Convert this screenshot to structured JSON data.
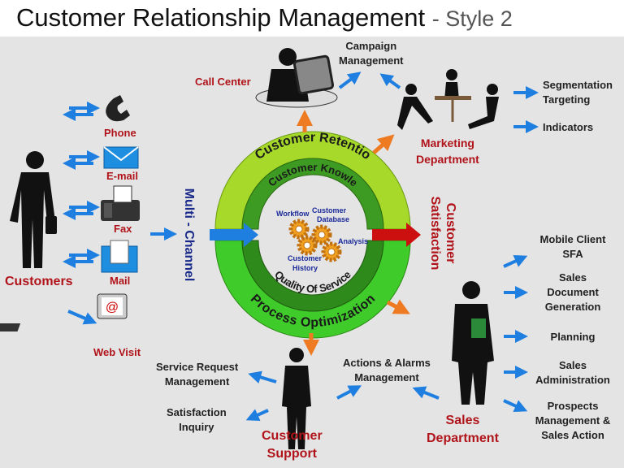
{
  "title": {
    "main": "Customer Relationship Management",
    "style": "- Style 2"
  },
  "nodes": {
    "call_center": "Call Center",
    "campaign": [
      "Campaign",
      "Management"
    ],
    "marketing": [
      "Marketing",
      "Department"
    ],
    "segmentation": [
      "Segmentation",
      "Targeting"
    ],
    "indicators": "Indicators",
    "customers": "Customers",
    "phone": "Phone",
    "email": "E-mail",
    "fax": "Fax",
    "mail": "Mail",
    "web_visit": "Web Visit",
    "multi_channel": "Multi - Channel",
    "customer_satisfaction": [
      "Customer",
      "Satisfaction"
    ],
    "sales_items": [
      [
        "Mobile Client",
        "SFA"
      ],
      [
        "Sales",
        "Document",
        "Generation"
      ],
      [
        "Planning"
      ],
      [
        "Sales",
        "Administration"
      ],
      [
        "Prospects",
        "Management &",
        "Sales Action"
      ]
    ],
    "sales_department": [
      "Sales",
      "Department"
    ],
    "customer_support": [
      "Customer",
      "Support"
    ],
    "service_request": [
      "Service Request",
      "Management"
    ],
    "satisfaction_inquiry": [
      "Satisfaction",
      "Inquiry"
    ],
    "actions_alarms": [
      "Actions & Alarms",
      "Management"
    ]
  },
  "ring": {
    "outer_top": "Customer Retentio",
    "inner_top": "Customer Knowle",
    "inner_bottom": "Quality Of Service",
    "outer_bottom": "Process Optimization",
    "center": {
      "workflow": "Workflow",
      "database": [
        "Customer",
        "Database"
      ],
      "analysis": "Analysis",
      "history": [
        "Customer",
        "History"
      ]
    }
  },
  "colors": {
    "red_label": "#b0141a",
    "blue_arrow": "#1e7fe0",
    "orange_arrow": "#ee7a22",
    "light_green": "#a6d92a",
    "green": "#3fbf2a",
    "dark_green": "#2f8a1c",
    "center_text": "#1a2a9a"
  }
}
